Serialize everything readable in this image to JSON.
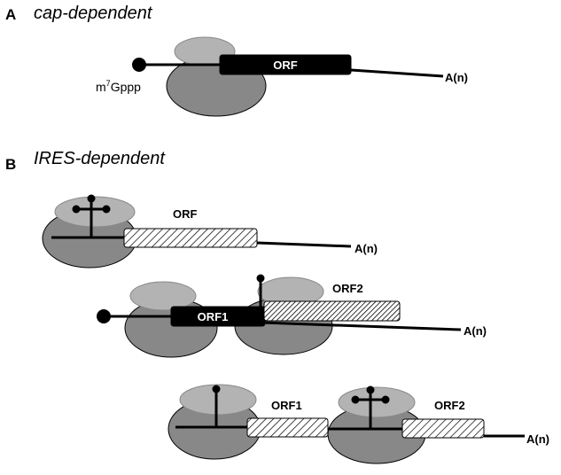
{
  "panel_a": {
    "letter": "A",
    "title": "cap-dependent",
    "orf_label": "ORF",
    "cap_label_prefix": "m",
    "cap_label_sup": "7",
    "cap_label_suffix": "Gppp",
    "poly_a": "A(n)"
  },
  "panel_b": {
    "letter": "B",
    "title": "IRES-dependent",
    "row1": {
      "orf_label": "ORF",
      "poly_a": "A(n)"
    },
    "row2": {
      "orf1_label": "ORF1",
      "orf2_label": "ORF2",
      "poly_a": "A(n)"
    },
    "row3": {
      "orf1_label": "ORF1",
      "orf2_label": "ORF2",
      "poly_a": "A(n)"
    }
  },
  "colors": {
    "large_subunit": "#888888",
    "small_subunit": "#b3b3b3",
    "mrna": "#000000",
    "solid_orf": "#000000"
  }
}
